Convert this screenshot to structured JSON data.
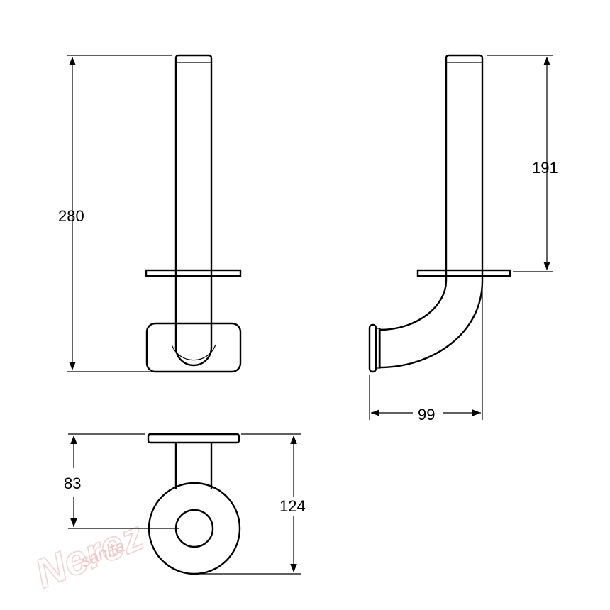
{
  "dimensions": {
    "front_height": "280",
    "side_height": "191",
    "side_depth": "99",
    "top_center_offset": "83",
    "top_depth": "124"
  },
  "watermark": {
    "logo": "Nerez",
    "subtitle": "sanita"
  },
  "colors": {
    "line": "#000000",
    "watermark": "#f0d4d4"
  }
}
